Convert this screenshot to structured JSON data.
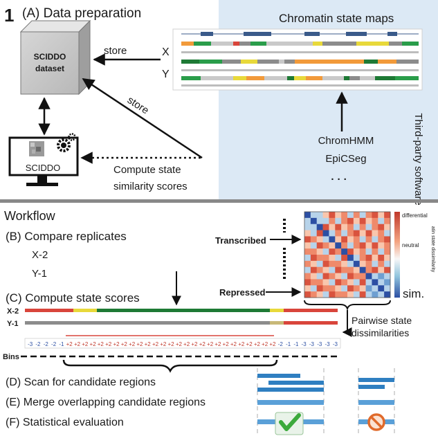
{
  "panel_a": {
    "number": "1",
    "title": "(A) Data preparation",
    "chromatin_maps_title": "Chromatin state maps",
    "track_x_label": "X",
    "track_y_label": "Y",
    "dataset_label_line1": "SCIDDO",
    "dataset_label_line2": "dataset",
    "store_label_1": "store",
    "store_label_2": "store",
    "monitor_label": "SCIDDO",
    "compute_label_line1": "Compute state",
    "compute_label_line2": "similarity scores",
    "software_items": [
      "ChromHMM",
      "EpiCSeg",
      "· · ·"
    ],
    "third_party_label": "Third-party software"
  },
  "workflow": {
    "title": "Workflow",
    "step_b": "(B) Compare replicates",
    "replicate_1": "X-2",
    "replicate_2": "Y-1",
    "step_c": "(C) Compute state scores",
    "track_label_1": "X-2",
    "track_label_2": "Y-1",
    "bins_label": "Bins",
    "scores": [
      "-3",
      "-2",
      "-2",
      "-2",
      "-1",
      "+2",
      "+2",
      "+2",
      "+2",
      "+2",
      "+2",
      "+2",
      "+2",
      "+2",
      "+2",
      "+2",
      "+2",
      "+2",
      "+2",
      "+2",
      "+2",
      "+2",
      "+2",
      "+2",
      "+2",
      "+2",
      "+2",
      "+2",
      "+2",
      "+2",
      "+2",
      "+2",
      "-2",
      "-1",
      "-1",
      "-3",
      "-3",
      "-3",
      "-3",
      "-3"
    ],
    "step_d": "(D) Scan for candidate regions",
    "step_e": "(E) Merge overlapping candidate regions",
    "step_f": "(F) Statistical evaluation"
  },
  "heatmap": {
    "transcribed_label": "Transcribed",
    "repressed_label": "Repressed",
    "legend_top": "differential",
    "legend_mid": "neutral",
    "legend_bottom": "sim.",
    "legend_axis": "atin state dissimilarity",
    "pairwise_label_line1": "Pairwise state",
    "pairwise_label_line2": "dissimilarities"
  },
  "colors": {
    "panel_bg": "#dce9f5",
    "divider": "#888888",
    "transcribed_green": "#1e7a35",
    "repressed_gray": "#8c8c8c",
    "active_red": "#d9453b",
    "enhancer_yellow": "#e8d93a",
    "region_blue": "#2f7fc1",
    "region_light_blue": "#5aa0d8",
    "check_green": "#3caa3c",
    "reject_orange": "#e06a2b"
  }
}
